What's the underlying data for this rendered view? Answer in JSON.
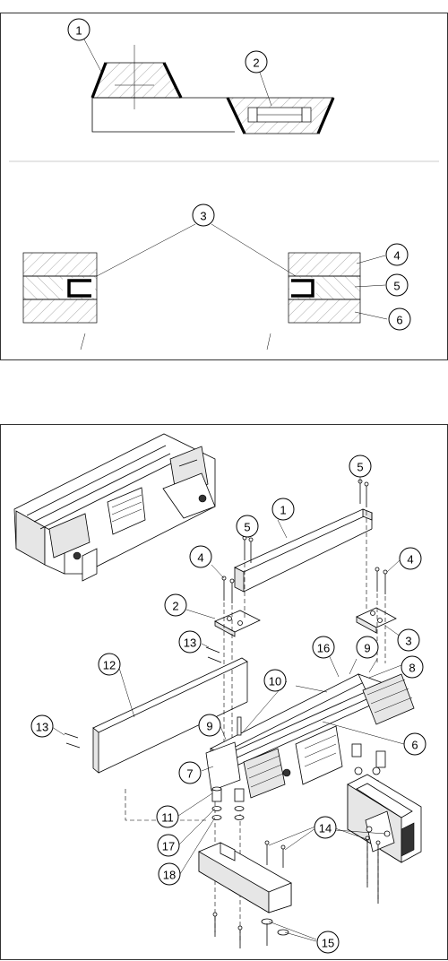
{
  "top_panel": {
    "callouts": [
      "1",
      "2",
      "3",
      "4",
      "5",
      "6"
    ]
  },
  "bottom_panel": {
    "callouts": [
      "1",
      "2",
      "3",
      "4",
      "4",
      "5",
      "5",
      "6",
      "7",
      "8",
      "9",
      "9",
      "10",
      "11",
      "12",
      "13",
      "13",
      "14",
      "15",
      "16",
      "17",
      "18"
    ]
  }
}
